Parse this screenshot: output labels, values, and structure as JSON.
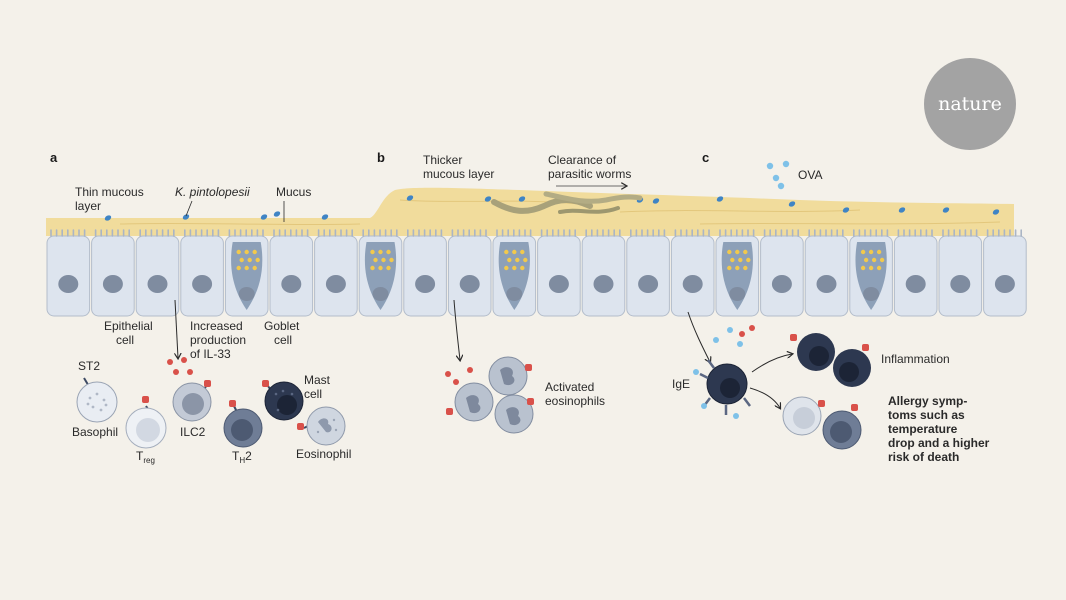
{
  "logo": {
    "text": "nature"
  },
  "panels": {
    "a": "a",
    "b": "b",
    "c": "c"
  },
  "panel_a": {
    "thin_mucous_1": "Thin mucous",
    "thin_mucous_2": "layer",
    "kpintolopesii": "K. pintolopesii",
    "mucus": "Mucus",
    "epithelial_1": "Epithelial",
    "epithelial_2": "cell",
    "increased_1": "Increased",
    "increased_2": "production",
    "increased_3": "of IL-33",
    "goblet_1": "Goblet",
    "goblet_2": "cell",
    "st2": "ST2",
    "basophil": "Basophil",
    "treg_main": "T",
    "treg_sub": "reg",
    "ilc2": "ILC2",
    "th2_main": "T",
    "th2_sub": "H",
    "th2_tail": "2",
    "mast_1": "Mast",
    "mast_2": "cell",
    "eosinophil": "Eosinophil"
  },
  "panel_b": {
    "thicker_1": "Thicker",
    "thicker_2": "mucous layer",
    "clearance_1": "Clearance of",
    "clearance_2": "parasitic worms",
    "activated_1": "Activated",
    "activated_2": "eosinophils"
  },
  "panel_c": {
    "ova": "OVA",
    "ige": "IgE",
    "inflammation": "Inflammation",
    "allergy_1": "Allergy symp-",
    "allergy_2": "toms such as",
    "allergy_3": "temperature",
    "allergy_4": "drop and a higher",
    "allergy_5": "risk of death"
  },
  "colors": {
    "background": "#f4f1ea",
    "mucus": "#f1dc9c",
    "epithelial": "#dde4ee",
    "goblet": "#8da0b8",
    "nucleus": "#7f8ca0",
    "il33": "#d9514a",
    "bacteria": "#3f84c5",
    "ova": "#7ec1e8",
    "dark_cell": "#2d3850",
    "logo": "#a3a3a3"
  }
}
